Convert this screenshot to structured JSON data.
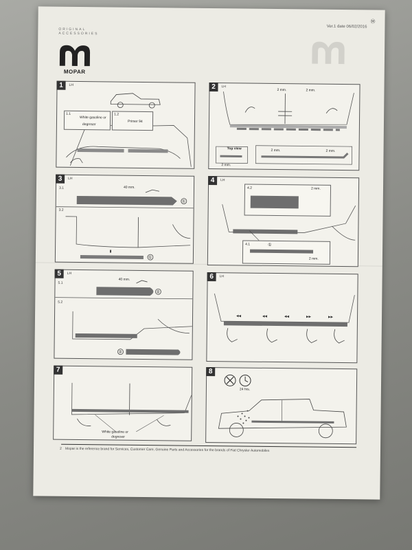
{
  "header": {
    "version": "Ver.1 date 06/02/2016",
    "corner_mark": "Ⓜ",
    "brand_tag_line1": "ORIGINAL",
    "brand_tag_line2": "ACCESSORIES",
    "logo_text": "MOPAR"
  },
  "steps": [
    {
      "number": "1",
      "side": "LH",
      "items": [
        {
          "id": "1.1",
          "label_line1": "White gasoline or",
          "label_line2": "degreser"
        },
        {
          "id": "1.2",
          "label": "Primer 94"
        }
      ]
    },
    {
      "number": "2",
      "side": "LH",
      "labels": [
        "2 mm.",
        "2 mm.",
        "Top view",
        "2 mm.",
        "2 mm.",
        "2 mm."
      ]
    },
    {
      "number": "3",
      "side": "LH",
      "sub_a": "3.1",
      "sub_b": "3.2",
      "dimension": "40 mm.",
      "callouts": [
        "①",
        "①"
      ]
    },
    {
      "number": "4",
      "side": "LH",
      "sub_a": "4.2",
      "sub_b": "4.1",
      "dimensions": [
        "2 mm.",
        "2 mm."
      ],
      "callouts": [
        "①"
      ]
    },
    {
      "number": "5",
      "side": "LH",
      "sub_a": "5.1",
      "sub_b": "5.2",
      "dimension": "40 mm.",
      "callouts": [
        "②",
        "②"
      ]
    },
    {
      "number": "6",
      "side": "LH"
    },
    {
      "number": "7",
      "label_line1": "White gasoline or",
      "label_line2": "degreser"
    },
    {
      "number": "8",
      "time": "24 hrs."
    }
  ],
  "footer": {
    "page": "2",
    "text": "Mopar is the reference brand for Services, Customer Care, Genuine Parts and Accessories for the brands of Fiat Chrysler Automobiles"
  },
  "colors": {
    "sheet": "#ecebe4",
    "ink": "#333333",
    "strip": "#6b6b6b"
  }
}
